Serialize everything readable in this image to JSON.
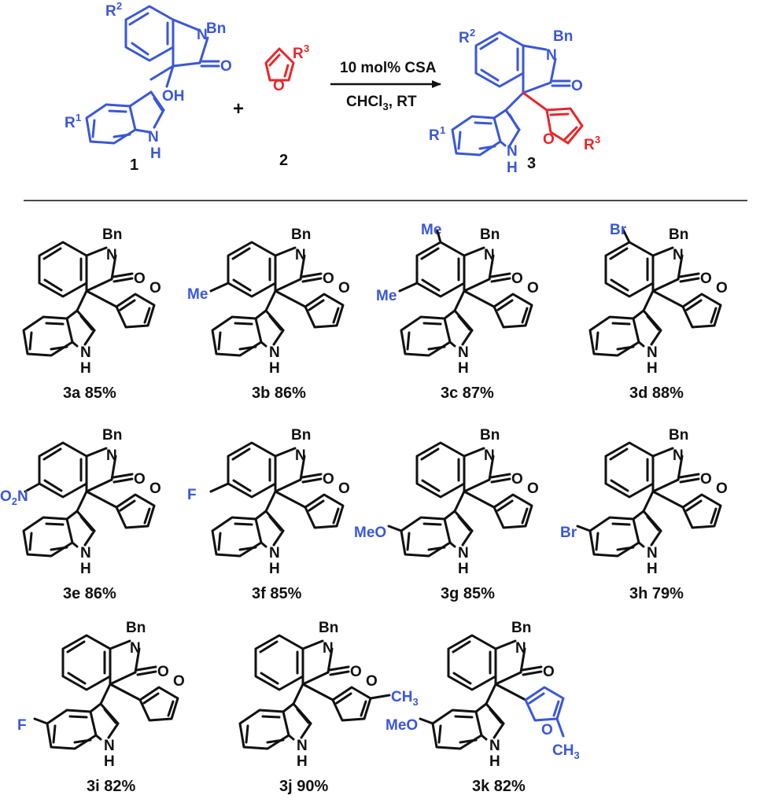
{
  "colors": {
    "scaffold": "#3a57d8",
    "furan": "#e8262a",
    "text": "#111111"
  },
  "scheme": {
    "reactant1": {
      "number": "1",
      "R1": "R",
      "R1_sup": "1",
      "R2": "R",
      "R2_sup": "2",
      "N_label": "N",
      "Bn": "Bn",
      "O": "O",
      "OH": "OH",
      "NH_N": "N",
      "NH_H": "H"
    },
    "plus": "+",
    "reactant2": {
      "number": "2",
      "O": "O",
      "R3": "R",
      "R3_sup": "3"
    },
    "conditions": {
      "catalyst": "10 mol% CSA",
      "solvent_pre": "CHCl",
      "solvent_sub": "3",
      "solvent_post": ", RT"
    },
    "product": {
      "number": "3",
      "R1": "R",
      "R1_sup": "1",
      "R2": "R",
      "R2_sup": "2",
      "N_label": "N",
      "Bn": "Bn",
      "O": "O",
      "fO": "O",
      "R3": "R",
      "R3_sup": "3",
      "NH_N": "N",
      "NH_H": "H"
    }
  },
  "atoms": {
    "N": "N",
    "H": "H",
    "O": "O",
    "Bn": "Bn"
  },
  "examples": [
    {
      "caption": "3a 85%",
      "substituent": ""
    },
    {
      "caption": "3b 86%",
      "substituent": "Me"
    },
    {
      "caption": "3c 87%",
      "substituent": "Me",
      "substituent2": "Me"
    },
    {
      "caption": "3d 88%",
      "substituent": "Br"
    },
    {
      "caption": "3e 86%",
      "substituent_pre": "O",
      "substituent_sub": "2",
      "substituent_post": "N"
    },
    {
      "caption": "3f 85%",
      "substituent": "F"
    },
    {
      "caption": "3g 85%",
      "substituent": "MeO"
    },
    {
      "caption": "3h 79%",
      "substituent": "Br"
    },
    {
      "caption": "3i 82%",
      "substituent": "F"
    },
    {
      "caption": "3j 90%",
      "substituent_pre": "CH",
      "substituent_sub": "3"
    },
    {
      "caption": "3k 82%",
      "substituent": "MeO",
      "substituent2_pre": "CH",
      "substituent2_sub": "3"
    }
  ]
}
